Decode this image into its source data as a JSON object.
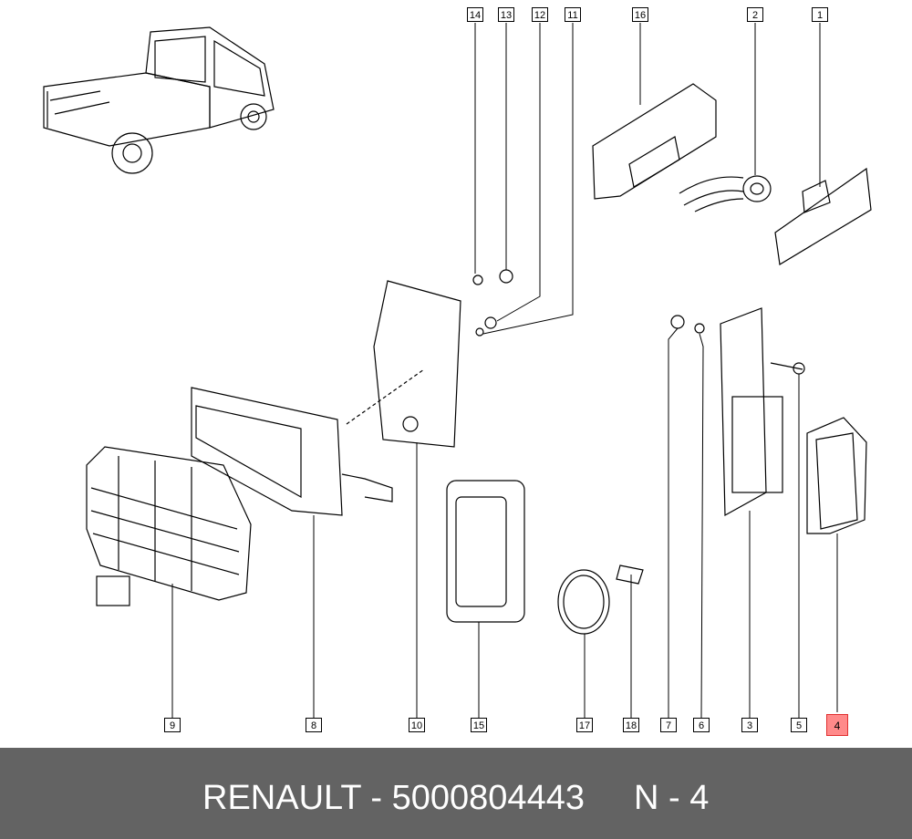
{
  "callouts": [
    {
      "label": "14"
    },
    {
      "label": "13"
    },
    {
      "label": "12"
    },
    {
      "label": "11"
    },
    {
      "label": "16"
    },
    {
      "label": "2"
    },
    {
      "label": "1"
    },
    {
      "label": "9"
    },
    {
      "label": "8"
    },
    {
      "label": "10"
    },
    {
      "label": "15"
    },
    {
      "label": "17"
    },
    {
      "label": "18"
    },
    {
      "label": "7"
    },
    {
      "label": "6"
    },
    {
      "label": "3"
    },
    {
      "label": "5"
    },
    {
      "label": "4"
    }
  ],
  "highlighted": "4",
  "colors": {
    "highlight": "#ff8a8a",
    "footer_bg": "#636363",
    "line": "#000000"
  },
  "footer": {
    "part": "RENAULT - 5000804443",
    "ref": "N - 4"
  }
}
